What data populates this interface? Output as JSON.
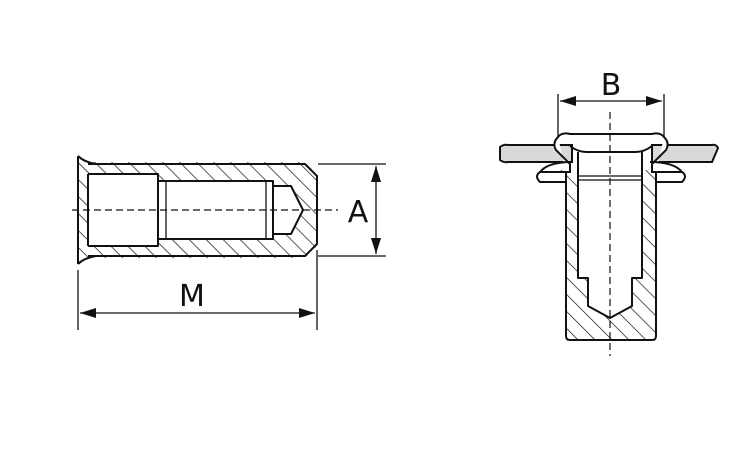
{
  "labels": {
    "length": "M",
    "diameter": "A",
    "head": "B"
  }
}
